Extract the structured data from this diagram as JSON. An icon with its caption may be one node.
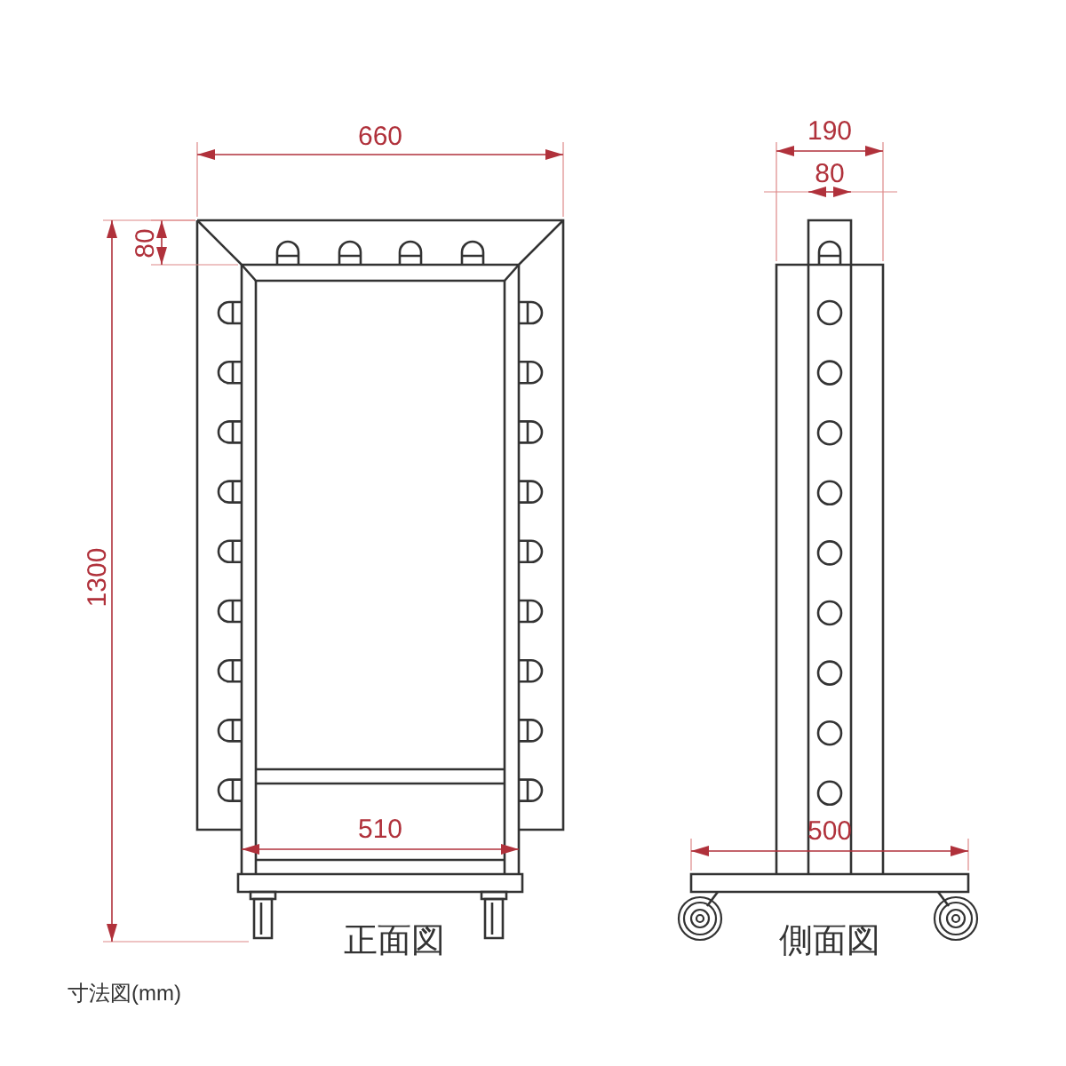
{
  "diagram": {
    "labels": [
      "660",
      "80",
      "1300",
      "510",
      "190",
      "80",
      "500",
      "正面図",
      "側面図",
      "寸法図(mm)"
    ]
  }
}
